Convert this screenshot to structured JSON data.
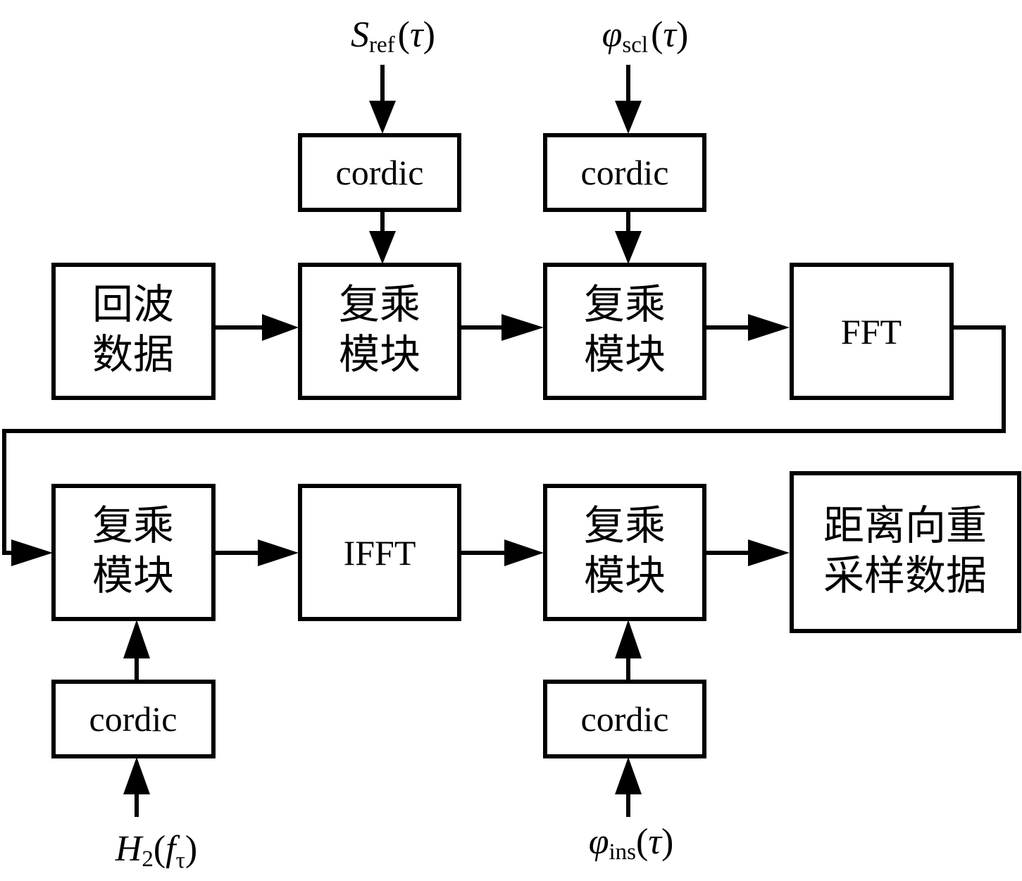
{
  "blocks": {
    "echo": [
      "回波",
      "数据"
    ],
    "mult1": [
      "复乘",
      "模块"
    ],
    "mult2": [
      "复乘",
      "模块"
    ],
    "fft": "FFT",
    "mult3": [
      "复乘",
      "模块"
    ],
    "ifft": "IFFT",
    "mult4": [
      "复乘",
      "模块"
    ],
    "resample": [
      "距离向重",
      "采样数据"
    ],
    "cordic1": "cordic",
    "cordic2": "cordic",
    "cordic3": "cordic",
    "cordic4": "cordic"
  },
  "inputs": {
    "s_ref": {
      "symbol": "S",
      "sub": "ref",
      "arg_open": "(",
      "arg": "τ",
      "arg_close": ")"
    },
    "phi_scl": {
      "symbol": "φ",
      "sub": "scl",
      "arg_open": "(",
      "arg": "τ",
      "arg_close": ")"
    },
    "h2": {
      "symbol": "H",
      "sub": "2",
      "arg_open": "(",
      "arg": "f",
      "arg_sub": "τ",
      "arg_close": ")"
    },
    "phi_ins": {
      "symbol": "φ",
      "sub": "ins",
      "arg_open": "(",
      "arg": "τ",
      "arg_close": ")"
    }
  }
}
